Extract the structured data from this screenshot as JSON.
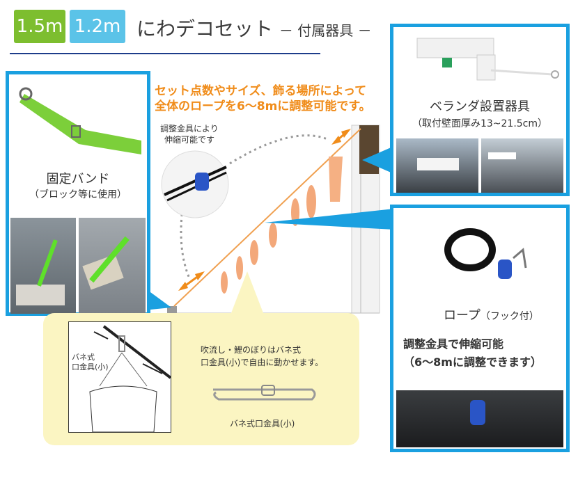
{
  "header": {
    "badge_1": "1.5m",
    "badge_2": "1.2m",
    "title": "にわデコセット",
    "subtitle": "－ 付属器具 －"
  },
  "colors": {
    "green": "#7dbe2f",
    "blue": "#5bc3e8",
    "frame": "#1aa0e0",
    "orange": "#f08c1a",
    "yellow": "#fbf5c2",
    "navy": "#1d3c8a"
  },
  "intro": {
    "line1": "セット点数やサイズ、飾る場所によって",
    "line2": "全体のロープを6〜8mに調整可能です。"
  },
  "adjuster_note": {
    "line1": "調整金具により",
    "line2": "伸縮可能です"
  },
  "band": {
    "title": "固定バンド",
    "subtitle": "（ブロック等に使用）"
  },
  "veranda": {
    "title": "ベランダ設置器具",
    "subtitle": "（取付壁面厚み13~21.5cm）"
  },
  "rope": {
    "title": "ロープ",
    "title_suffix": "（フック付）",
    "desc1": "調整金具で伸縮可能",
    "desc2": "（6～8mに調整できます）"
  },
  "snap": {
    "line1": "吹流し・鯉のぼりはバネ式",
    "line2": "口金具(小)で自由に動かせます。",
    "inset_label1": "バネ式",
    "inset_label2": "口金具(小)",
    "caption": "バネ式口金具(小)"
  }
}
